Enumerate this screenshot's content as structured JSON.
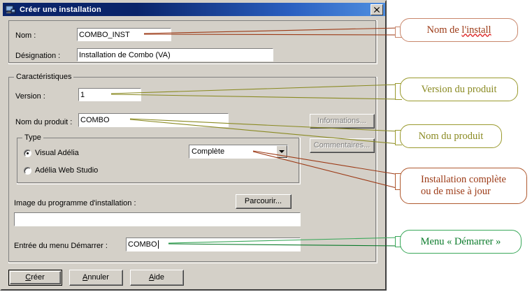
{
  "window": {
    "title": "Créer une installation",
    "icon": "installer-app-icon",
    "close_label": "✕"
  },
  "form": {
    "nom_label": "Nom :",
    "nom_value": "COMBO_INST",
    "designation_label": "Désignation :",
    "designation_value": "Installation de Combo (VA)",
    "caracteristiques_group": "Caractéristiques",
    "version_label": "Version :",
    "version_value": "1",
    "produit_label": "Nom du produit :",
    "produit_value": "COMBO",
    "type_group": "Type",
    "radio_visual_adelia": "Visual Adélia",
    "radio_adelia_web": "Adélia Web Studio",
    "radio_selected": "Visual Adélia",
    "combo_value": "Complète",
    "combo_options": [
      "Complète"
    ],
    "informations_button": "Informations...",
    "commentaires_button": "Commentaires...",
    "image_label": "Image du programme d'installation :",
    "parcourir_button": "Parcourir...",
    "image_value": "",
    "menu_label": "Entrée du menu Démarrer :",
    "menu_value": "COMBO"
  },
  "buttons": {
    "creer": "Créer",
    "creer_accel": "C",
    "annuler": "Annuler",
    "annuler_accel": "A",
    "aide": "Aide",
    "aide_accel": "A"
  },
  "callouts": [
    {
      "id": "callout-nom-install",
      "text": "Nom de l'install",
      "color": "#9c3a16",
      "border_color": "#c8866b"
    },
    {
      "id": "callout-version-produit",
      "text": "Version du produit",
      "color": "#8a8a22",
      "border_color": "#9a9a2e"
    },
    {
      "id": "callout-nom-produit",
      "text": "Nom du produit",
      "color": "#8a8a22",
      "border_color": "#9a9a2e"
    },
    {
      "id": "callout-installation-type",
      "line1": "Installation  complète",
      "line2": "ou de mise à jour",
      "color": "#9c3a16",
      "border_color": "#b05a30"
    },
    {
      "id": "callout-menu-demarrer",
      "text": "Menu « Démarrer »",
      "color": "#0a7a2a",
      "border_color": "#3aa85a"
    }
  ],
  "colors": {
    "dialog_face": "#d4d0c8",
    "titlebar_start": "#0a246a",
    "titlebar_end": "#4f8fe0",
    "field_bg": "#ffffff",
    "disabled_text": "#808080"
  }
}
